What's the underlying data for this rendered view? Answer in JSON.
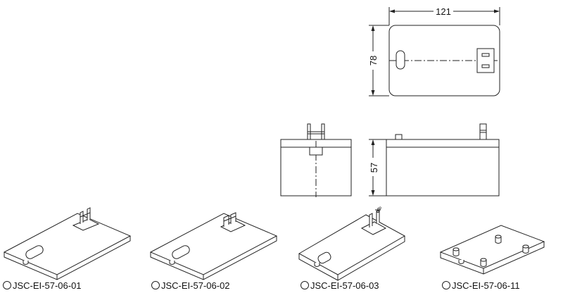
{
  "dimensions": {
    "width": "121",
    "depth": "78",
    "height": "57"
  },
  "models": [
    {
      "code": "JSC-EI-57-06-01",
      "icon": "circle-outline"
    },
    {
      "code": "JSC-EI-57-06-02",
      "icon": "circle-outline"
    },
    {
      "code": "JSC-EI-57-06-03",
      "icon": "circle-outline"
    },
    {
      "code": "JSC-EI-57-06-11",
      "icon": "circle-outline"
    }
  ],
  "colors": {
    "line": "#222222",
    "background": "#ffffff"
  }
}
